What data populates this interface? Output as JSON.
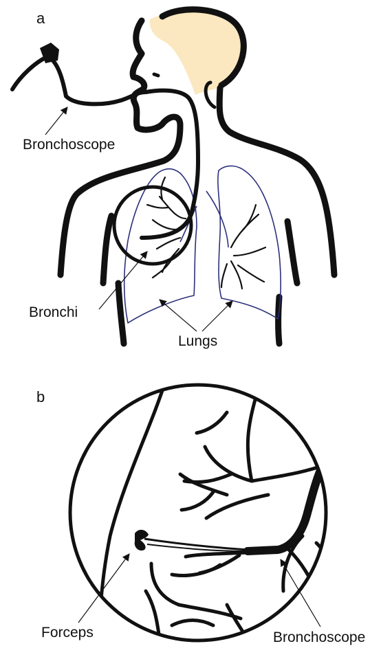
{
  "panels": {
    "a": {
      "label": "a",
      "callouts": {
        "bronchoscope": "Bronchoscope",
        "bronchi": "Bronchi",
        "lungs": "Lungs"
      }
    },
    "b": {
      "label": "b",
      "callouts": {
        "forceps": "Forceps",
        "bronchoscope": "Bronchoscope"
      }
    }
  },
  "colors": {
    "outline": "#111111",
    "hair": "#fbe8c0",
    "lung_outline": "#2b2f7a"
  }
}
